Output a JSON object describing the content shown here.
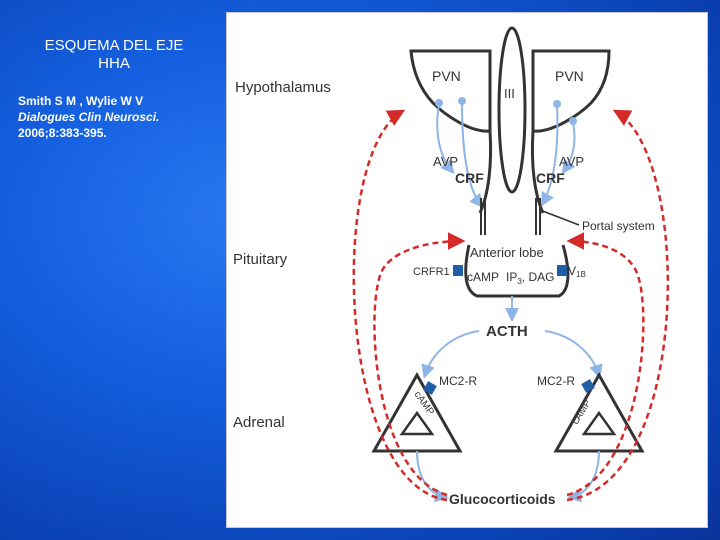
{
  "slide": {
    "title": "ESQUEMA  DEL  EJE\nHHA",
    "citation": {
      "authors": "Smith S M , Wylie W V",
      "journal": "Dialogues Clin Neurosci.",
      "ref": "2006;8:383-395."
    }
  },
  "diagram": {
    "region_labels": {
      "hypothalamus": "Hypothalamus",
      "pituitary": "Pituitary",
      "adrenal": "Adrenal"
    },
    "nodes": {
      "pvn_left": "PVN",
      "pvn_right": "PVN",
      "third_ventricle": "III",
      "avp_left": "AVP",
      "crf_left": "CRF",
      "avp_right": "AVP",
      "crf_right": "CRF",
      "portal_system": "Portal system",
      "anterior_lobe": "Anterior lobe",
      "crfr1": "CRFR1",
      "camp": "cAMP",
      "ip3_base": "IP",
      "ip3_sub": "3",
      "dag": ", DAG",
      "v1b_base": "V",
      "v1b_sub": "1B",
      "acth": "ACTH",
      "mc2r_left": "MC2-R",
      "mc2r_right": "MC2-R",
      "camp_left_adrenal": "cAMP",
      "camp_right_adrenal": "cAMP",
      "glucocorticoids": "Glucocorticoids"
    },
    "colors": {
      "outline": "#333333",
      "secretion_arrows": "#8fb4e6",
      "feedback_arrows": "#d42a2a",
      "receptors": "#1f5fa8"
    }
  }
}
